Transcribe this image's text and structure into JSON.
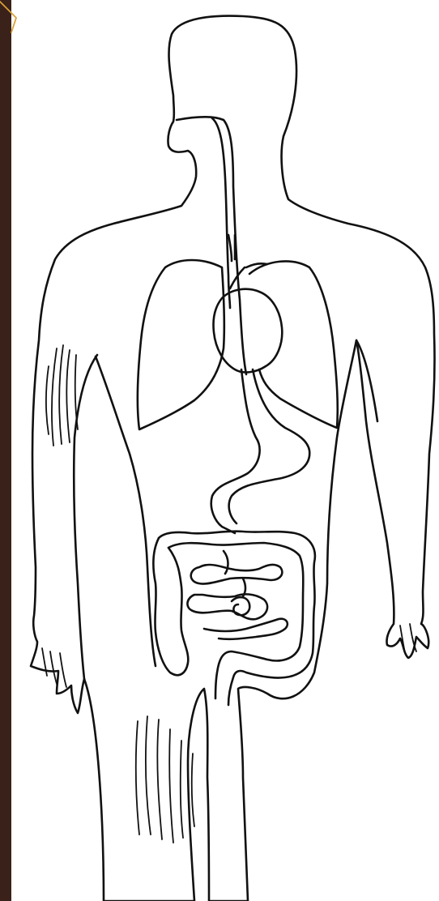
{
  "colors": {
    "background": "#ffffff",
    "ink": "#111111",
    "border": "#3a2119",
    "corner_accent": "#d9a037"
  },
  "figure": {
    "subject": "human-body-outline-with-digestive-and-respiratory-organs",
    "parts": [
      "body-outline",
      "esophagus",
      "trachea",
      "left-lung",
      "right-lung",
      "heart",
      "stomach-tube",
      "large-intestine",
      "small-intestine",
      "arm-shading",
      "leg-shading"
    ]
  }
}
